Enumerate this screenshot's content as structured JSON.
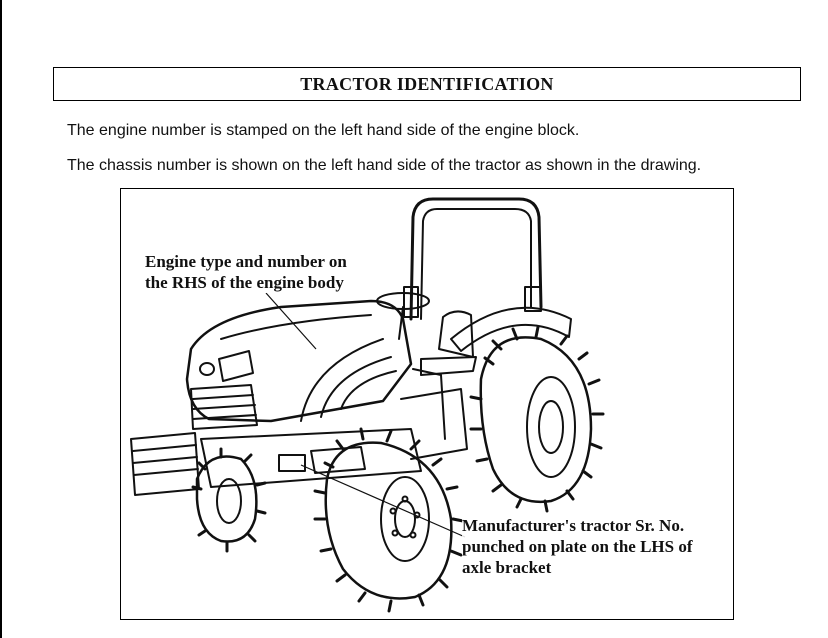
{
  "page": {
    "title": "TRACTOR IDENTIFICATION",
    "paragraphs": [
      "The engine number is stamped on the left hand side of the engine block.",
      "The chassis number is shown on the left hand side of the tractor as shown in the drawing."
    ]
  },
  "figure": {
    "callout_engine": [
      "Engine type and number on",
      "the RHS of the engine body"
    ],
    "callout_chassis": [
      "Manufacturer's tractor Sr. No.",
      "punched on plate on the LHS of",
      "axle bracket"
    ]
  }
}
